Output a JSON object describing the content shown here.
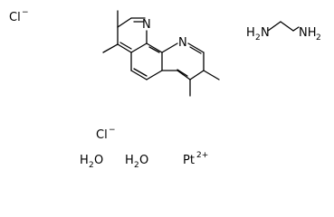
{
  "species": {
    "chloride_1": {
      "symbol": "Cl",
      "charge": "−"
    },
    "chloride_2": {
      "symbol": "Cl",
      "charge": "−"
    },
    "water_1": {
      "symbol": "H",
      "subscript": "2",
      "suffix": "O"
    },
    "water_2": {
      "symbol": "H",
      "subscript": "2",
      "suffix": "O"
    },
    "platinum": {
      "symbol": "Pt",
      "charge": "2+"
    }
  },
  "phenanthroline": {
    "nitrogen_1": "N",
    "nitrogen_2": "N"
  },
  "ethylenediamine": {
    "amine_1": {
      "symbol": "H",
      "subscript": "2",
      "suffix": "N"
    },
    "amine_2": {
      "symbol": "NH",
      "subscript": "2"
    }
  }
}
